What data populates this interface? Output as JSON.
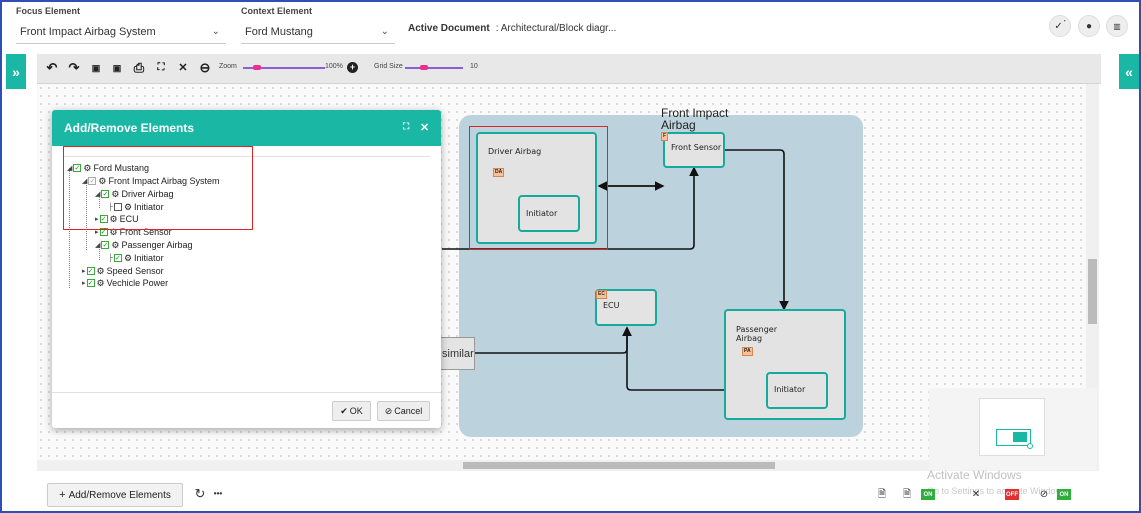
{
  "header": {
    "focus_label": "Focus Element",
    "focus_value": "Front Impact Airbag System",
    "context_label": "Context Element",
    "context_value": "Ford Mustang",
    "active_doc_label": "Active Document",
    "active_doc_value": ": Architectural/Block diagr..."
  },
  "toolbar": {
    "zoom_label": "Zoom",
    "zoom_value": "100%",
    "grid_label": "Grid Size",
    "grid_value": "10"
  },
  "diagram": {
    "group_title_line1": "Front Impact",
    "group_title_line2": "Airbag",
    "blocks": {
      "driver_airbag": "Driver Airbag",
      "driver_tag": "DA",
      "driver_initiator": "Initiator",
      "front_sensor": "Front Sensor",
      "front_tag": "F",
      "ecu": "ECU",
      "ecu_tag": "EC",
      "passenger_line1": "Passenger",
      "passenger_line2": "Airbag",
      "passenger_tag": "PA",
      "passenger_initiator": "Initiator"
    },
    "similar_label": "similar"
  },
  "dialog": {
    "title": "Add/Remove Elements",
    "tree": [
      {
        "label": "Ford Mustang"
      },
      {
        "label": "Front Impact Airbag System"
      },
      {
        "label": "Driver Airbag"
      },
      {
        "label": "Initiator"
      },
      {
        "label": "ECU"
      },
      {
        "label": "Front Sensor"
      },
      {
        "label": "Passenger Airbag"
      },
      {
        "label": "Initiator"
      },
      {
        "label": "Speed Sensor"
      },
      {
        "label": "Vechicle Power"
      }
    ],
    "ok_label": "OK",
    "cancel_label": "Cancel"
  },
  "bottom": {
    "add_remove_label": "Add/Remove Elements",
    "more_label": "•••",
    "watermark_title": "Activate Windows",
    "watermark_sub": "Go to Settings to activate Windows.",
    "toggles": [
      "ON",
      "OFF",
      "ON"
    ]
  },
  "colors": {
    "accent": "#19b7a4",
    "group_fill": "#bcd2dc",
    "highlight": "#e02424",
    "toggle_on": "#2eae3b",
    "toggle_off": "#e03030"
  }
}
